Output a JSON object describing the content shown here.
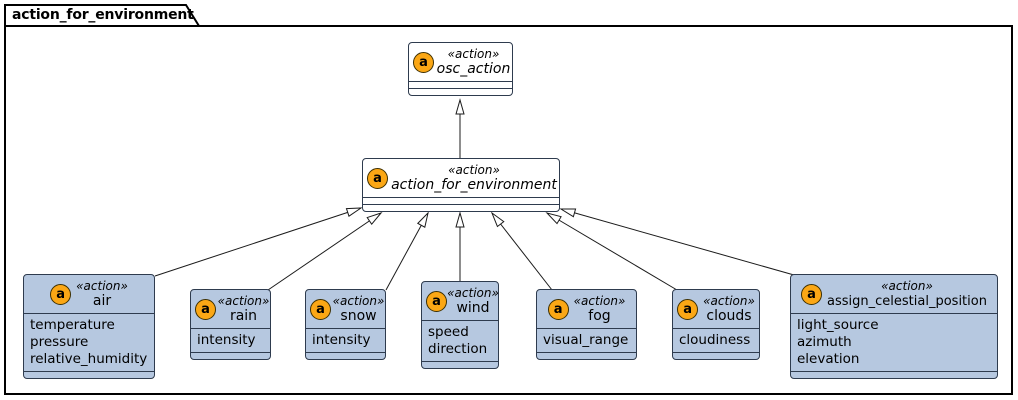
{
  "package": {
    "title": "action_for_environment"
  },
  "spot_letter": "a",
  "classes": {
    "osc_action": {
      "stereotype": "«action»",
      "name": "osc_action",
      "abstract": true,
      "attributes": []
    },
    "action_for_environment": {
      "stereotype": "«action»",
      "name": "action_for_environment",
      "abstract": true,
      "attributes": []
    },
    "air": {
      "stereotype": "«action»",
      "name": "air",
      "attributes": [
        "temperature",
        "pressure",
        "relative_humidity"
      ]
    },
    "rain": {
      "stereotype": "«action»",
      "name": "rain",
      "attributes": [
        "intensity"
      ]
    },
    "snow": {
      "stereotype": "«action»",
      "name": "snow",
      "attributes": [
        "intensity"
      ]
    },
    "wind": {
      "stereotype": "«action»",
      "name": "wind",
      "attributes": [
        "speed",
        "direction"
      ]
    },
    "fog": {
      "stereotype": "«action»",
      "name": "fog",
      "attributes": [
        "visual_range"
      ]
    },
    "clouds": {
      "stereotype": "«action»",
      "name": "clouds",
      "attributes": [
        "cloudiness"
      ]
    },
    "assign_celestial_position": {
      "stereotype": "«action»",
      "name": "assign_celestial_position",
      "attributes": [
        "light_source",
        "azimuth",
        "elevation"
      ]
    }
  },
  "relations": [
    {
      "from": "action_for_environment",
      "to": "osc_action",
      "type": "generalization"
    },
    {
      "from": "air",
      "to": "action_for_environment",
      "type": "generalization"
    },
    {
      "from": "rain",
      "to": "action_for_environment",
      "type": "generalization"
    },
    {
      "from": "snow",
      "to": "action_for_environment",
      "type": "generalization"
    },
    {
      "from": "wind",
      "to": "action_for_environment",
      "type": "generalization"
    },
    {
      "from": "fog",
      "to": "action_for_environment",
      "type": "generalization"
    },
    {
      "from": "clouds",
      "to": "action_for_environment",
      "type": "generalization"
    },
    {
      "from": "assign_celestial_position",
      "to": "action_for_environment",
      "type": "generalization"
    }
  ],
  "colors": {
    "background": "#ffffff",
    "package_border": "#000000",
    "class_fill": "#b6c8e0",
    "abstract_fill": "#ffffff",
    "class_border": "#2e3b4e",
    "spot_fill": "#fba715",
    "spot_border": "#3d2f00",
    "line": "#1b1b1b"
  }
}
